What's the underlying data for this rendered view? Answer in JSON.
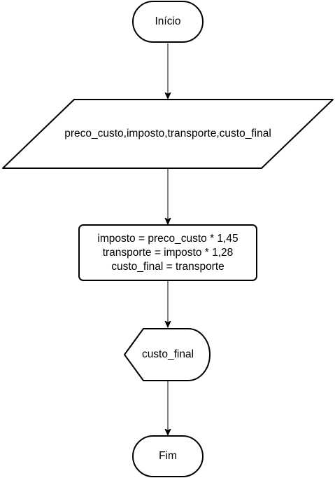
{
  "diagram": {
    "type": "flowchart",
    "colors": {
      "stroke": "#000000",
      "fill": "#ffffff",
      "text": "#000000"
    },
    "nodes": {
      "start": {
        "shape": "terminator",
        "label": "Início"
      },
      "input": {
        "shape": "parallelogram",
        "label": "preco_custo,imposto,transporte,custo_final"
      },
      "process": {
        "shape": "rounded-rectangle",
        "lines": [
          "imposto = preco_custo * 1,45",
          "transporte = imposto * 1,28",
          "custo_final = transporte"
        ]
      },
      "output": {
        "shape": "display",
        "label": "custo_final"
      },
      "end": {
        "shape": "terminator",
        "label": "Fim"
      }
    },
    "edges": [
      {
        "from": "start",
        "to": "input"
      },
      {
        "from": "input",
        "to": "process"
      },
      {
        "from": "process",
        "to": "output"
      },
      {
        "from": "output",
        "to": "end"
      }
    ]
  }
}
